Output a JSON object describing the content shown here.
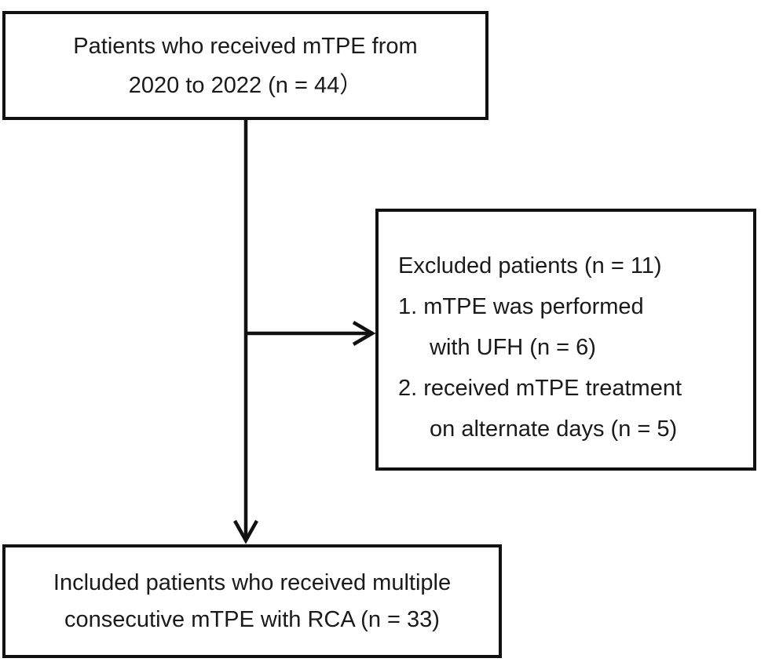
{
  "figure": {
    "colors": {
      "line": "#111111",
      "text": "#1a1a1a",
      "bg": "#ffffff"
    },
    "boxes": {
      "source": {
        "lines": [
          "Patients who received mTPE from",
          "2020 to 2022 (n = 44）"
        ]
      },
      "excluded": {
        "lines": [
          "Excluded patients (n = 11)",
          "1. mTPE was performed",
          "with UFH (n = 6)",
          "2. received mTPE treatment",
          "on alternate days (n = 5)"
        ]
      },
      "included": {
        "lines": [
          "Included patients who received multiple",
          "consecutive mTPE with RCA (n = 33)"
        ]
      }
    }
  }
}
